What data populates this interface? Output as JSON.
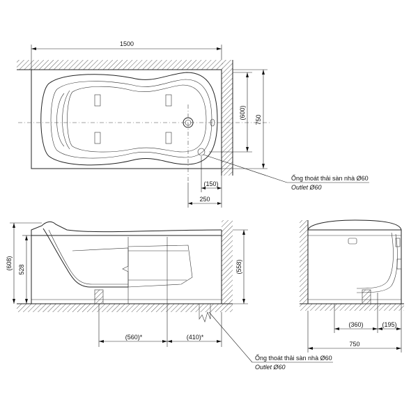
{
  "top_view": {
    "dim_length": "1500",
    "dim_inner_width": "(600)",
    "dim_width": "750",
    "dim_drain_offset": "(150)",
    "dim_drain_x": "250"
  },
  "side_view": {
    "dim_total_height": "(608)",
    "dim_rim_height": "528",
    "dim_wall_height": "(558)",
    "dim_leg_a": "(560)*",
    "dim_leg_b": "(410)*"
  },
  "end_view": {
    "dim_a": "(360)",
    "dim_b": "(195)",
    "dim_width": "750"
  },
  "labels": {
    "outlet_vi_1": "Ống thoát thải sàn nhà Ø60",
    "outlet_en_1": "Outlet Ø60",
    "outlet_vi_2": "Ống thoát thải sàn nhà Ø60",
    "outlet_en_2": "Outlet Ø60"
  }
}
